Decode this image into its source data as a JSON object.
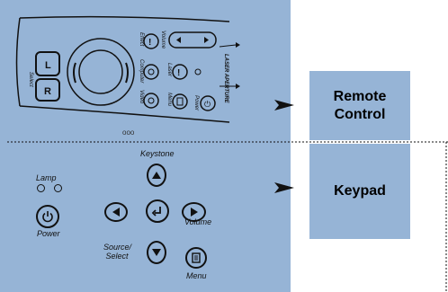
{
  "remote": {
    "buttons": {
      "left": "L",
      "right": "R",
      "select": "Select",
      "effect": "Effect",
      "volume": "Volume",
      "computer": "Computer",
      "laser": "Laser",
      "video": "Video",
      "menu": "Menu",
      "power": "Power",
      "laser_aperture": "LASER APERTURE"
    }
  },
  "keypad": {
    "lamp": "Lamp",
    "power": "Power",
    "keystone": "Keystone",
    "volume": "Volume",
    "source_select": "Source/ Select",
    "menu": "Menu"
  },
  "callouts": {
    "remote_control": "Remote Control",
    "keypad": "Keypad"
  },
  "colors": {
    "panel": "#96b4d6",
    "line": "#111111"
  }
}
